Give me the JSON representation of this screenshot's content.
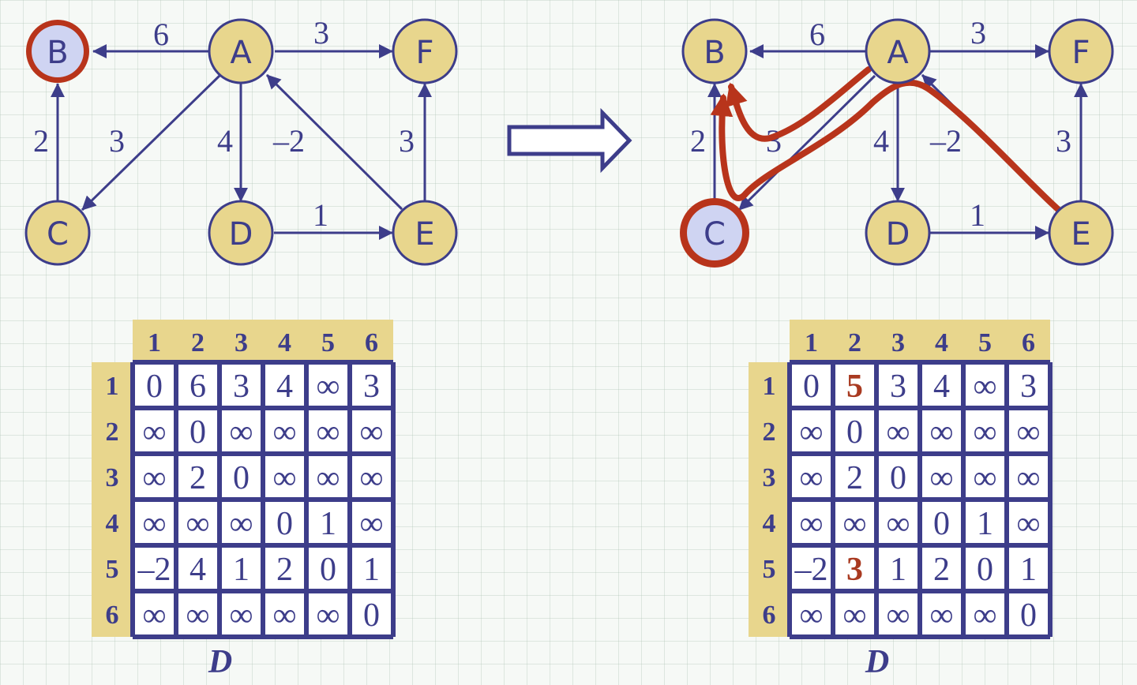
{
  "colors": {
    "node_fill": "#e8d68d",
    "node_stroke": "#3d3d8a",
    "highlight_fill": "#cfd4f2",
    "highlight_ring": "#b8341b",
    "path": "#b8341b",
    "edge": "#3d3d8a",
    "header_bg": "#e8d68d",
    "changed_value": "#a93a21"
  },
  "left_graph": {
    "highlighted_node": "B",
    "nodes": [
      "A",
      "B",
      "C",
      "D",
      "E",
      "F"
    ],
    "edge_weights": {
      "A_B": "6",
      "A_F": "3",
      "C_B": "2",
      "A_C": "3",
      "A_D": "4",
      "E_A": "–2",
      "E_F": "3",
      "D_E": "1"
    }
  },
  "transition_arrow": "right-arrow-icon",
  "right_graph": {
    "highlighted_node": "C",
    "nodes": [
      "A",
      "B",
      "C",
      "D",
      "E",
      "F"
    ],
    "edge_weights": {
      "A_B": "6",
      "A_F": "3",
      "C_B": "2",
      "A_C": "3",
      "A_D": "4",
      "E_A": "–2",
      "E_F": "3",
      "D_E": "1"
    }
  },
  "left_matrix": {
    "columns": [
      "1",
      "2",
      "3",
      "4",
      "5",
      "6"
    ],
    "rows": [
      "1",
      "2",
      "3",
      "4",
      "5",
      "6"
    ],
    "cells": [
      [
        "0",
        "6",
        "3",
        "4",
        "∞",
        "3"
      ],
      [
        "∞",
        "0",
        "∞",
        "∞",
        "∞",
        "∞"
      ],
      [
        "∞",
        "2",
        "0",
        "∞",
        "∞",
        "∞"
      ],
      [
        "∞",
        "∞",
        "∞",
        "0",
        "1",
        "∞"
      ],
      [
        "–2",
        "4",
        "1",
        "2",
        "0",
        "1"
      ],
      [
        "∞",
        "∞",
        "∞",
        "∞",
        "∞",
        "0"
      ]
    ],
    "caption": "D"
  },
  "right_matrix": {
    "columns": [
      "1",
      "2",
      "3",
      "4",
      "5",
      "6"
    ],
    "rows": [
      "1",
      "2",
      "3",
      "4",
      "5",
      "6"
    ],
    "cells": [
      [
        "0",
        "5",
        "3",
        "4",
        "∞",
        "3"
      ],
      [
        "∞",
        "0",
        "∞",
        "∞",
        "∞",
        "∞"
      ],
      [
        "∞",
        "2",
        "0",
        "∞",
        "∞",
        "∞"
      ],
      [
        "∞",
        "∞",
        "∞",
        "0",
        "1",
        "∞"
      ],
      [
        "–2",
        "3",
        "1",
        "2",
        "0",
        "1"
      ],
      [
        "∞",
        "∞",
        "∞",
        "∞",
        "∞",
        "0"
      ]
    ],
    "changed_cells": [
      [
        0,
        1
      ],
      [
        4,
        1
      ]
    ],
    "caption": "D"
  }
}
